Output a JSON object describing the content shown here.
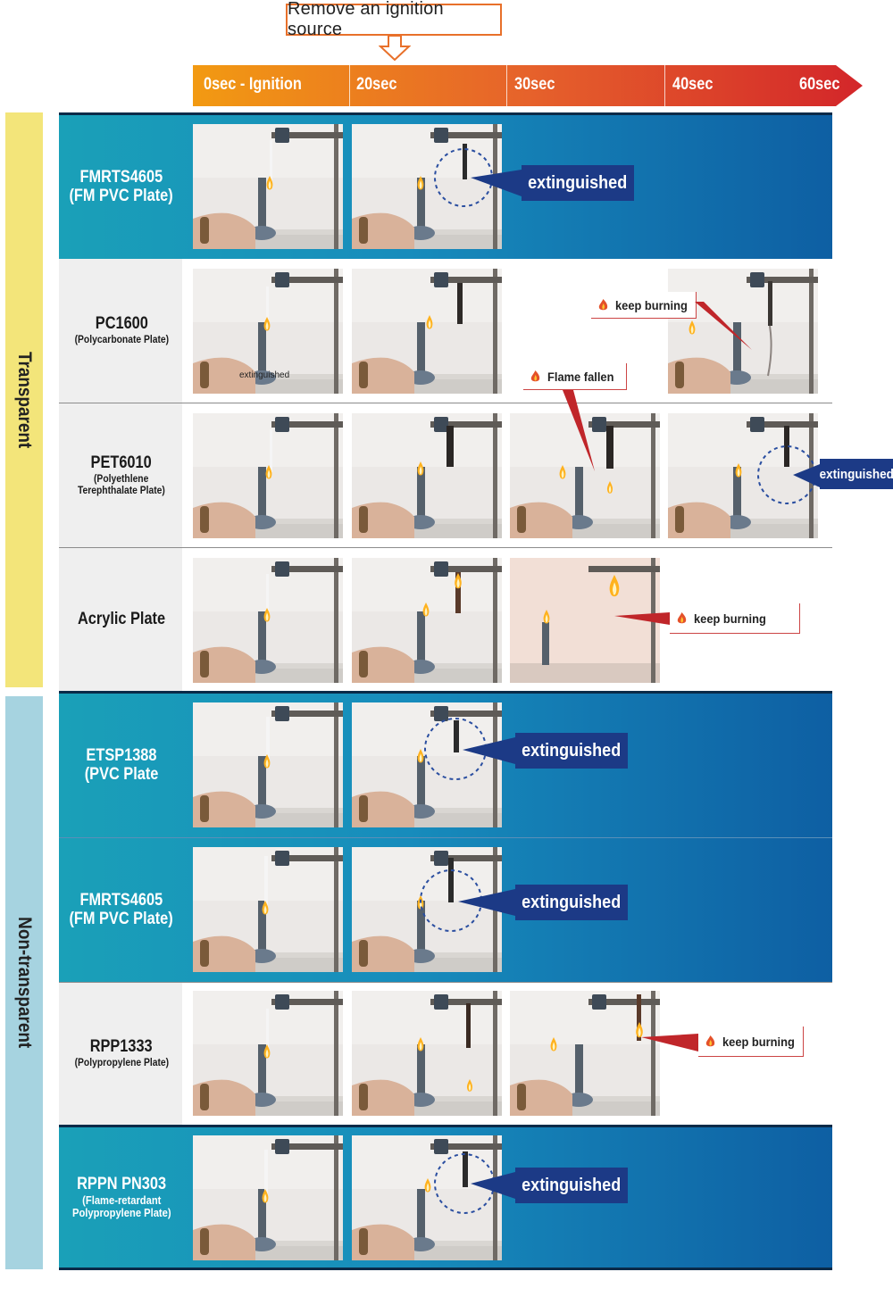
{
  "header": {
    "remove_source": "Remove an ignition source",
    "timeline": [
      "0sec - Ignition",
      "20sec",
      "30sec",
      "40sec",
      "60sec"
    ]
  },
  "groups": {
    "transparent": "Transparent",
    "non_transparent": "Non-transparent"
  },
  "labels": {
    "extinguished": "extinguished",
    "keep_burning": "keep burning",
    "flame_fallen": "Flame fallen"
  },
  "rows": [
    {
      "name": "FMRTS4605",
      "sub": "(FM PVC Plate)",
      "result": "extinguished"
    },
    {
      "name": "PC1600",
      "sub": "(Polycarbonate Plate)",
      "result": "keep burning",
      "photo_caption": "extinguished"
    },
    {
      "name": "PET6010",
      "sub": "(Polyethlene",
      "sub2": "Terephthalate Plate)",
      "result": "extinguished",
      "note": "Flame fallen"
    },
    {
      "name": "Acrylic Plate",
      "result": "keep burning"
    },
    {
      "name": "ETSP1388",
      "sub": "(PVC Plate",
      "result": "extinguished"
    },
    {
      "name": "FMRTS4605",
      "sub": "(FM PVC Plate)",
      "result": "extinguished"
    },
    {
      "name": "RPP1333",
      "sub": "(Polypropylene Plate)",
      "result": "keep burning"
    },
    {
      "name": "RPPN PN303",
      "sub": "(Flame-retardant",
      "sub2": "Polypropylene Plate)",
      "result": "extinguished"
    }
  ],
  "colors": {
    "timeline_start": "#f29a12",
    "timeline_end": "#d3262a",
    "transparent_band": "#f3e57a",
    "non_transparent_band": "#a6d3e0",
    "extinguished_label": "#1c3a86",
    "callout_arrow": "#c0262a"
  }
}
